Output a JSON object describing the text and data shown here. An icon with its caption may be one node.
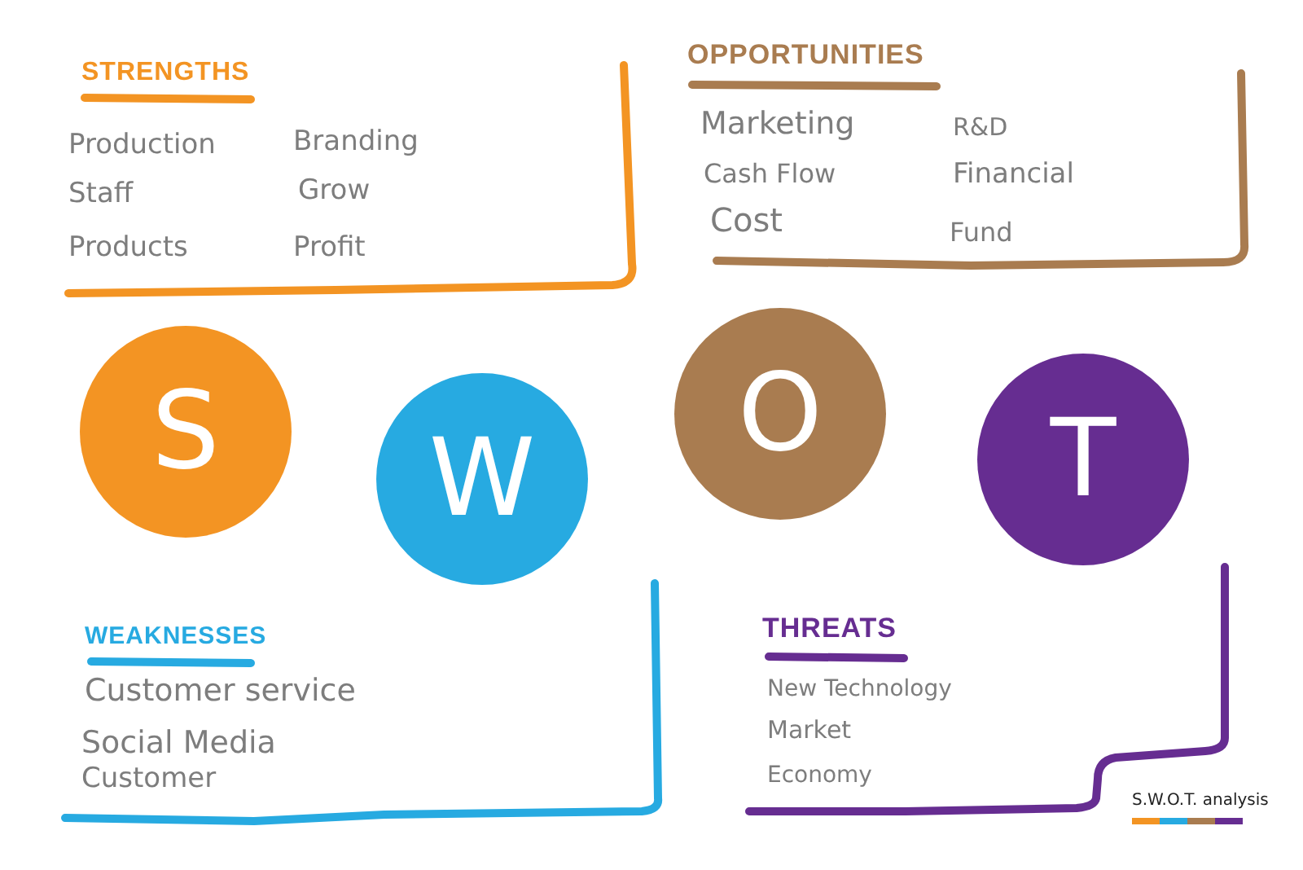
{
  "diagram": {
    "nodes": [
      {
        "text": [
          "STRENGTHS",
          "Production",
          "Branding",
          "Staff",
          "Grow",
          "Products",
          "Profit"
        ]
      },
      {
        "text": [
          "OPPORTUNITIES",
          "Marketing",
          "R&D",
          "Cash Flow",
          "Financial",
          "Cost",
          "Fund"
        ]
      },
      {
        "text": [
          "S"
        ]
      },
      {
        "text": [
          "W"
        ]
      },
      {
        "text": [
          "O"
        ]
      },
      {
        "text": [
          "T"
        ]
      },
      {
        "text": [
          "WEAKNESSES",
          "Customer service",
          "Social Media",
          "Customer"
        ]
      },
      {
        "text": [
          "THREATS",
          "New Technology",
          "Market",
          "Economy"
        ]
      }
    ],
    "labels": [
      "S.W.O.T. analysis"
    ]
  }
}
